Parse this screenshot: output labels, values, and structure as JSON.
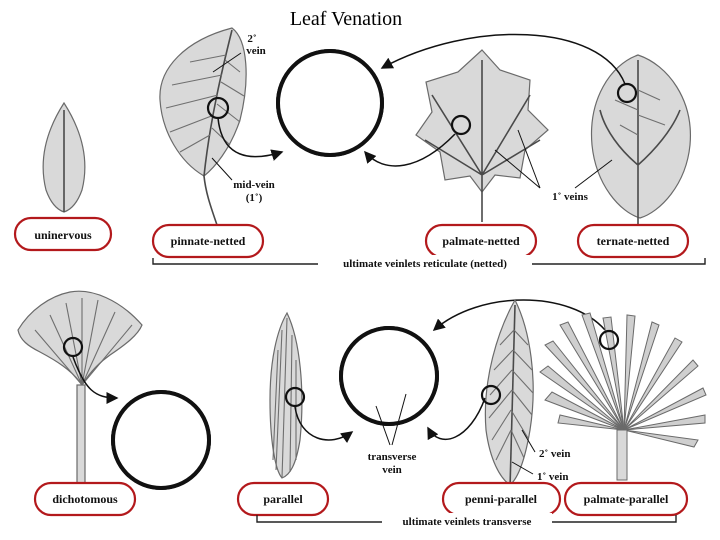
{
  "title": "Leaf Venation",
  "types": {
    "uninervous": "uninervous",
    "pinnate_netted": "pinnate-netted",
    "palmate_netted": "palmate-netted",
    "ternate_netted": "ternate-netted",
    "dichotomous": "dichotomous",
    "parallel": "parallel",
    "penni_parallel": "penni-parallel",
    "palmate_parallel": "palmate-parallel"
  },
  "annotations": {
    "secondary_vein_line1": "2˚",
    "secondary_vein_line2": "vein",
    "midvein_line1": "mid-vein",
    "midvein_line2": "(1˚)",
    "primary_veins": "1˚ veins",
    "transverse_line1": "transverse",
    "transverse_line2": "vein",
    "secondary_vein_bottom": "2˚ vein",
    "primary_vein_bottom": "1˚ vein"
  },
  "brackets": {
    "top": "ultimate veinlets reticulate (netted)",
    "bottom": "ultimate veinlets transverse"
  },
  "colors": {
    "label_outline": "#b3191c",
    "leaf_fill": "#d9d9d9",
    "vein": "#6f6f6f"
  }
}
